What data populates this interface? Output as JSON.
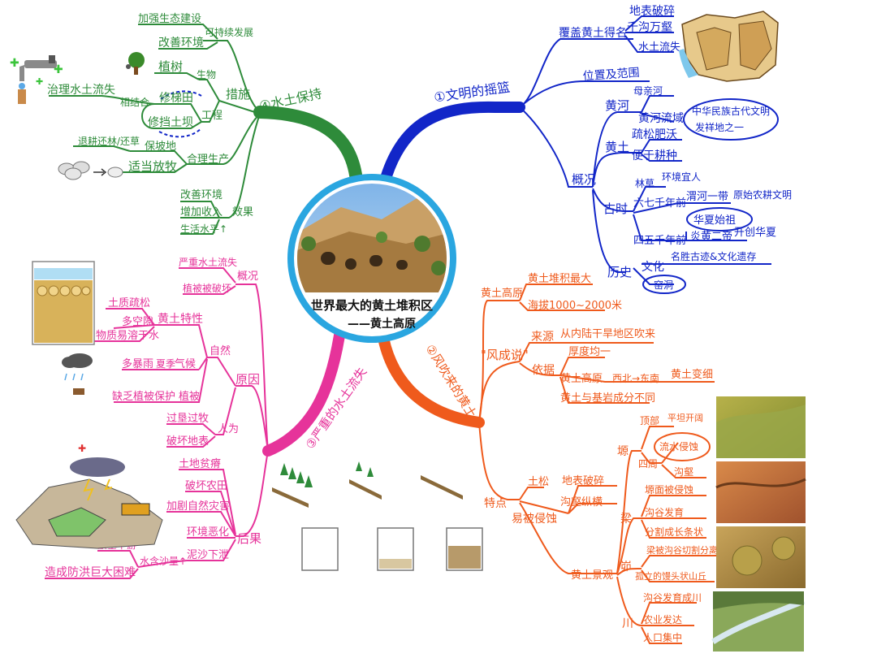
{
  "colors": {
    "blue": "#1226c8",
    "green": "#2e8b3a",
    "magenta": "#e6339a",
    "orange": "#ef5a1c",
    "center_ring": "#2aa6e0"
  },
  "center": {
    "title": "世界最大的黄土堆积区",
    "subtitle": "——黄土高原"
  },
  "b1": {
    "label": "①文明的摇篮",
    "cover_name": "覆盖黄土得名",
    "cover_items": [
      "地表破碎",
      "千沟万壑",
      "水土流失"
    ],
    "location": "位置及范围",
    "overview": "概况",
    "yellow_river": "黄河",
    "mother_river": "母亲河",
    "yr_basin": "黄河流域",
    "civ1": "中华民族古代文明",
    "civ2": "发祥地之一",
    "loess": "黄土",
    "loose_fertile": "疏松肥沃",
    "easy_farm": "便于耕种",
    "ancient": "古时",
    "forest": "林草",
    "env": "环境宜人",
    "y6_7k": "六七千年前",
    "weihe": "渭河一带",
    "primitive": "原始农耕文明",
    "huaxia": "华夏始祖",
    "y4_5k": "四五千年前",
    "yandi": "炎黄二帝",
    "kaichuang": "开创华夏",
    "history": "历史",
    "culture": "文化",
    "sites": "名胜古迹&文化遗存",
    "cave": "窑洞"
  },
  "b2": {
    "label": "②风吹来的黄土",
    "plateau": "黄土高原",
    "thickest": "黄土堆积最大",
    "altitude": "海拔1000~2000米",
    "wind_theory": "\"风成说\"",
    "source_k": "来源",
    "source_v": "从内陆干旱地区吹来",
    "basis": "依据",
    "basis1": "厚度均一",
    "basis2": "黄土高原",
    "dir": "西北→东南",
    "finer": "黄土变细",
    "basis3": "黄土与基岩成分不同",
    "features": "特点",
    "loose": "土松",
    "erode": "易被侵蚀",
    "surface": "地表破碎",
    "gully": "沟壑纵横",
    "landscape": "黄土景观",
    "yuan": "塬",
    "top": "顶部",
    "top_v": "平坦开阔",
    "around": "四周",
    "water_erosion": "流水侵蚀",
    "gully_cut": "沟壑",
    "liang": "梁",
    "liang1": "塬面被侵蚀",
    "liang2": "沟谷发育",
    "liang3": "分割成长条状",
    "mao": "峁",
    "mao1": "梁被沟谷切割分离",
    "mao2": "孤立的馒头状山丘",
    "chuan": "川",
    "chuan1": "沟谷发育成川",
    "chuan2": "农业发达",
    "chuan3": "人口集中"
  },
  "b3": {
    "label": "③严重的水土流失",
    "overview": "概况",
    "ov1": "严重水土流失",
    "ov2": "植被被破坏",
    "cause": "原因",
    "nature": "自然",
    "soil_trait": "黄土特性",
    "t1": "土质疏松",
    "t2": "多空隙",
    "t3": "物质易溶于水",
    "climate": "气候",
    "rain": "多暴雨",
    "summer": "夏季",
    "veg": "植被",
    "lack_veg": "缺乏植被保护",
    "human": "人为",
    "overgraze": "过垦过牧",
    "damage": "破坏地表",
    "result": "后果",
    "r1": "土地贫瘠",
    "r2": "破坏农田",
    "r3": "加剧自然灾害",
    "r4": "环境恶化",
    "r5": "泥沙下泄",
    "silt_up": "水含沙量↑",
    "block": "淤塞下游",
    "flood": "造成防洪巨大困难"
  },
  "b4": {
    "label": "④水土保持",
    "sustain": "可持续发展",
    "s1": "加强生态建设",
    "s2": "改善环境",
    "measures": "措施",
    "bio": "生物",
    "plant": "植树",
    "engineering": "工程",
    "combine": "相结合",
    "dam": "修梯田",
    "check": "修挡土坝",
    "treat": "治理水土流失",
    "rational": "合理生产",
    "restore": "退耕还林/还草",
    "protect": "保坡地",
    "graze": "适当放牧",
    "effect": "效果",
    "e1": "改善环境",
    "e2": "增加收入",
    "e3": "生活水平↑"
  }
}
